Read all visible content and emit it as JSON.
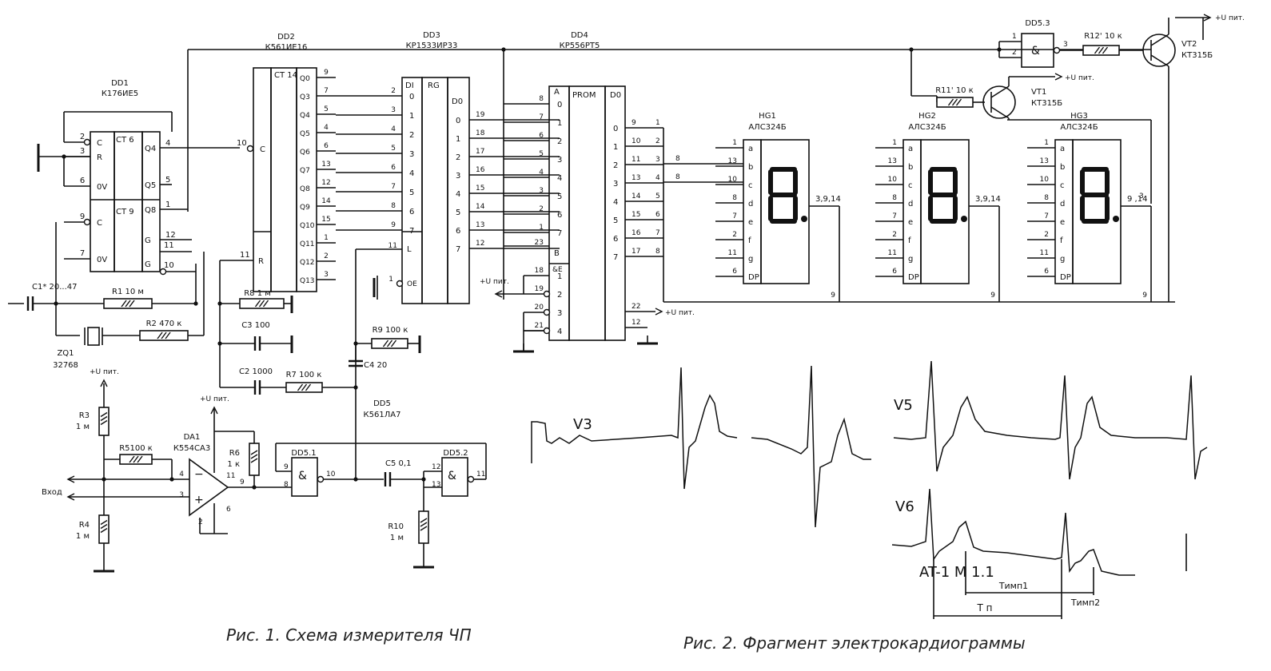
{
  "captions": {
    "fig1": "Рис. 1. Схема измерителя ЧП",
    "fig2": "Рис. 2. Фрагмент электрокардиограммы"
  },
  "chips": {
    "dd1": {
      "ref": "DD1",
      "type": "К176ИЕ5",
      "ct_top": "СТ 6",
      "ct_bot": "СТ 9",
      "pins_left": [
        "C",
        "R",
        "0V",
        "C",
        "0V"
      ],
      "pins_right": [
        "Q4",
        "Q5",
        "Q8",
        "G",
        "G"
      ],
      "pnum_left": [
        "2",
        "3",
        "6",
        "9",
        "7"
      ],
      "pnum_right": [
        "4",
        "5",
        "1",
        "12",
        "11",
        "10"
      ]
    },
    "dd2": {
      "ref": "DD2",
      "type": "К561ИЕ16",
      "ct": "CT 14",
      "clk_pin": "10",
      "c_label": "C",
      "r_label": "R",
      "r_pin": "11",
      "outputs": [
        "Q0",
        "Q3",
        "Q4",
        "Q5",
        "Q6",
        "Q7",
        "Q8",
        "Q9",
        "Q10",
        "Q11",
        "Q12",
        "Q13"
      ],
      "out_pins": [
        "9",
        "7",
        "5",
        "4",
        "6",
        "13",
        "12",
        "14",
        "15",
        "1",
        "2",
        "3"
      ]
    },
    "dd3": {
      "ref": "DD3",
      "type": "КР1533ИР33",
      "di": "DI",
      "rg": "RG",
      "d0": "D0",
      "l": "L",
      "oe": "OE",
      "inputs": [
        "0",
        "1",
        "2",
        "3",
        "4",
        "5",
        "6",
        "7"
      ],
      "in_pins": [
        "2",
        "3",
        "4",
        "5",
        "6",
        "7",
        "8",
        "9"
      ],
      "outputs": [
        "0",
        "1",
        "2",
        "3",
        "4",
        "5",
        "6",
        "7"
      ],
      "out_pins": [
        "19",
        "18",
        "17",
        "16",
        "15",
        "14",
        "13",
        "12"
      ],
      "l_pin": "11",
      "oe_pin": "1"
    },
    "dd4": {
      "ref": "DD4",
      "type": "КР556РТ5",
      "prom": "PROM",
      "a_label": "A",
      "d_label": "D0",
      "b_label": "B",
      "inputs": [
        "0",
        "1",
        "2",
        "3",
        "4",
        "5",
        "6",
        "7"
      ],
      "in_pins": [
        "8",
        "7",
        "6",
        "5",
        "4",
        "3",
        "2",
        "1"
      ],
      "b_pin": "23",
      "enable": "&E",
      "enable_pins": [
        "1",
        "2",
        "3",
        "4"
      ],
      "enable_pin_nums": [
        "18",
        "19",
        "20",
        "21"
      ],
      "outputs": [
        "0",
        "1",
        "2",
        "3",
        "4",
        "5",
        "6",
        "7"
      ],
      "out_pins": [
        "1",
        "2",
        "3",
        "4",
        "5",
        "6",
        "7",
        "8"
      ],
      "out_ext": [
        "9",
        "10",
        "11",
        "13",
        "14",
        "15",
        "16",
        "17"
      ],
      "pwr_pin": "22",
      "gnd_pin": "12"
    },
    "dd5_3": {
      "ref": "DD5.3",
      "sym": "&",
      "pins": [
        "1",
        "2",
        "3"
      ]
    },
    "dd5_1": {
      "ref": "DD5.1",
      "sym": "&",
      "pins": [
        "9",
        "8",
        "10"
      ]
    },
    "dd5_2": {
      "ref": "DD5.2",
      "sym": "&",
      "pins": [
        "12",
        "13",
        "11"
      ]
    },
    "dd5": {
      "ref": "DD5",
      "type": "К561ЛА7"
    },
    "da1": {
      "ref": "DA1",
      "type": "К554СА3",
      "pins": [
        "4",
        "3",
        "11",
        "9",
        "6",
        "2"
      ]
    }
  },
  "displays": [
    {
      "ref": "HG1",
      "type": "АЛС324Б",
      "segs": [
        "a",
        "b",
        "c",
        "d",
        "e",
        "f",
        "g",
        "DP"
      ],
      "seg_pins": [
        "1",
        "13",
        "10",
        "8",
        "7",
        "2",
        "11",
        "6"
      ],
      "common": "3,9,14",
      "cpin": "9"
    },
    {
      "ref": "HG2",
      "type": "АЛС324Б",
      "segs": [
        "a",
        "b",
        "c",
        "d",
        "e",
        "f",
        "g",
        "DP"
      ],
      "seg_pins": [
        "1",
        "13",
        "10",
        "8",
        "7",
        "2",
        "11",
        "6"
      ],
      "common": "3,9,14",
      "cpin": "9"
    },
    {
      "ref": "HG3",
      "type": "АЛС324Б",
      "segs": [
        "a",
        "b",
        "c",
        "d",
        "e",
        "f",
        "g",
        "DP"
      ],
      "seg_pins": [
        "1",
        "13",
        "10",
        "8",
        "7",
        "2",
        "11",
        "6"
      ],
      "common": "9 ,14",
      "cpin": "9"
    }
  ],
  "components": {
    "r1": "R1 10 м",
    "r2": "R2 470 к",
    "r3": "R3",
    "r3v": "1 м",
    "r4": "R4",
    "r4v": "1 м",
    "r5": "R5100 к",
    "r6": "R6",
    "r6v": "1 к",
    "r7": "R7 100 к",
    "r8": "R8 1 м",
    "r9": "R9 100 к",
    "r10": "R10",
    "r10v": "1 м",
    "r11": "R11' 10 к",
    "r12": "R12' 10 к",
    "c1": "C1* 20...47",
    "c2": "C2 1000",
    "c3": "C3 100",
    "c4": "C4 20",
    "c5": "C5 0,1",
    "zq1": "ZQ1",
    "zq1v": "32768",
    "vt1": "VT1",
    "vt1v": "КТ315Б",
    "vt2": "VT2",
    "vt2v": "КТ315Б"
  },
  "power": {
    "upit": "+U пит."
  },
  "inputs": {
    "vhod": "Вход"
  },
  "ecg": {
    "leads": [
      "V3",
      "V5",
      "V6"
    ],
    "printout": "AT-1  M  1.1",
    "intervals": {
      "t_imp1": "Тимп1",
      "t_imp2": "Тимп2",
      "t_p": "Т п"
    }
  }
}
